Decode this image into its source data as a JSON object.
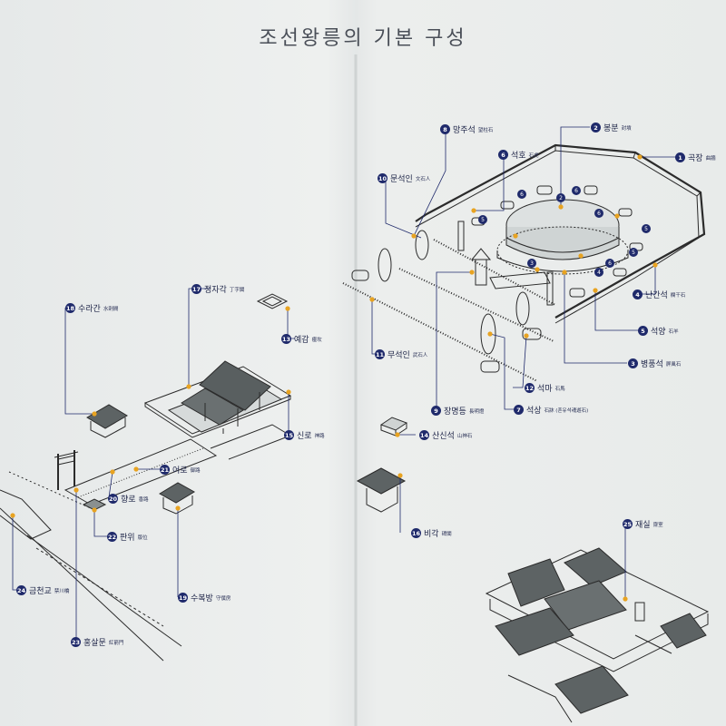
{
  "title": "조선왕릉의 기본 구성",
  "colors": {
    "ink": "#1f2a6b",
    "accent": "#e8a321",
    "line": "#2b2b2b",
    "paper": "#e9eceb"
  },
  "labels": [
    {
      "n": "1",
      "ko": "곡장",
      "hj": "曲牆"
    },
    {
      "n": "2",
      "ko": "봉분",
      "hj": "封墳"
    },
    {
      "n": "3",
      "ko": "병풍석",
      "hj": "屛風石"
    },
    {
      "n": "4",
      "ko": "난간석",
      "hj": "欄干石"
    },
    {
      "n": "5",
      "ko": "석양",
      "hj": "石羊"
    },
    {
      "n": "6",
      "ko": "석호",
      "hj": "石虎"
    },
    {
      "n": "7",
      "ko": "석상",
      "hj": "石牀 (혼유석魂遊石)"
    },
    {
      "n": "8",
      "ko": "망주석",
      "hj": "望柱石"
    },
    {
      "n": "9",
      "ko": "장명등",
      "hj": "長明燈"
    },
    {
      "n": "10",
      "ko": "문석인",
      "hj": "文石人"
    },
    {
      "n": "11",
      "ko": "무석인",
      "hj": "武石人"
    },
    {
      "n": "12",
      "ko": "석마",
      "hj": "石馬"
    },
    {
      "n": "13",
      "ko": "예감",
      "hj": "瘞坎"
    },
    {
      "n": "14",
      "ko": "산신석",
      "hj": "山神石"
    },
    {
      "n": "15",
      "ko": "신로",
      "hj": "神路"
    },
    {
      "n": "16",
      "ko": "비각",
      "hj": "碑閣"
    },
    {
      "n": "17",
      "ko": "정자각",
      "hj": "丁字閣"
    },
    {
      "n": "18",
      "ko": "수라간",
      "hj": "水剌間"
    },
    {
      "n": "19",
      "ko": "수복방",
      "hj": "守僕房"
    },
    {
      "n": "20",
      "ko": "향로",
      "hj": "香路"
    },
    {
      "n": "21",
      "ko": "어로",
      "hj": "御路"
    },
    {
      "n": "22",
      "ko": "판위",
      "hj": "版位"
    },
    {
      "n": "23",
      "ko": "홍살문",
      "hj": "紅箭門"
    },
    {
      "n": "24",
      "ko": "금천교",
      "hj": "禁川橋"
    },
    {
      "n": "25",
      "ko": "재실",
      "hj": "齋室"
    }
  ],
  "mound_markers": [
    "2",
    "3",
    "4",
    "5",
    "5",
    "5",
    "6",
    "6",
    "6",
    "6"
  ]
}
